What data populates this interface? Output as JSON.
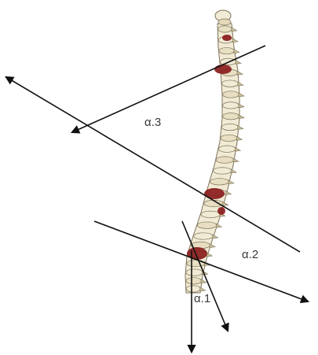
{
  "labels": {
    "alpha3": "α.3",
    "alpha2": "α.2",
    "alpha1": "α.1"
  },
  "colors": {
    "line": "#111111",
    "bone": "#f1ead5",
    "bone_shadow": "#c9bd98",
    "bone_outline": "#7d735a",
    "disc": "#8a1c1c",
    "label": "#3a3a3a"
  },
  "icons": {
    "spine": "spine-illustration"
  }
}
